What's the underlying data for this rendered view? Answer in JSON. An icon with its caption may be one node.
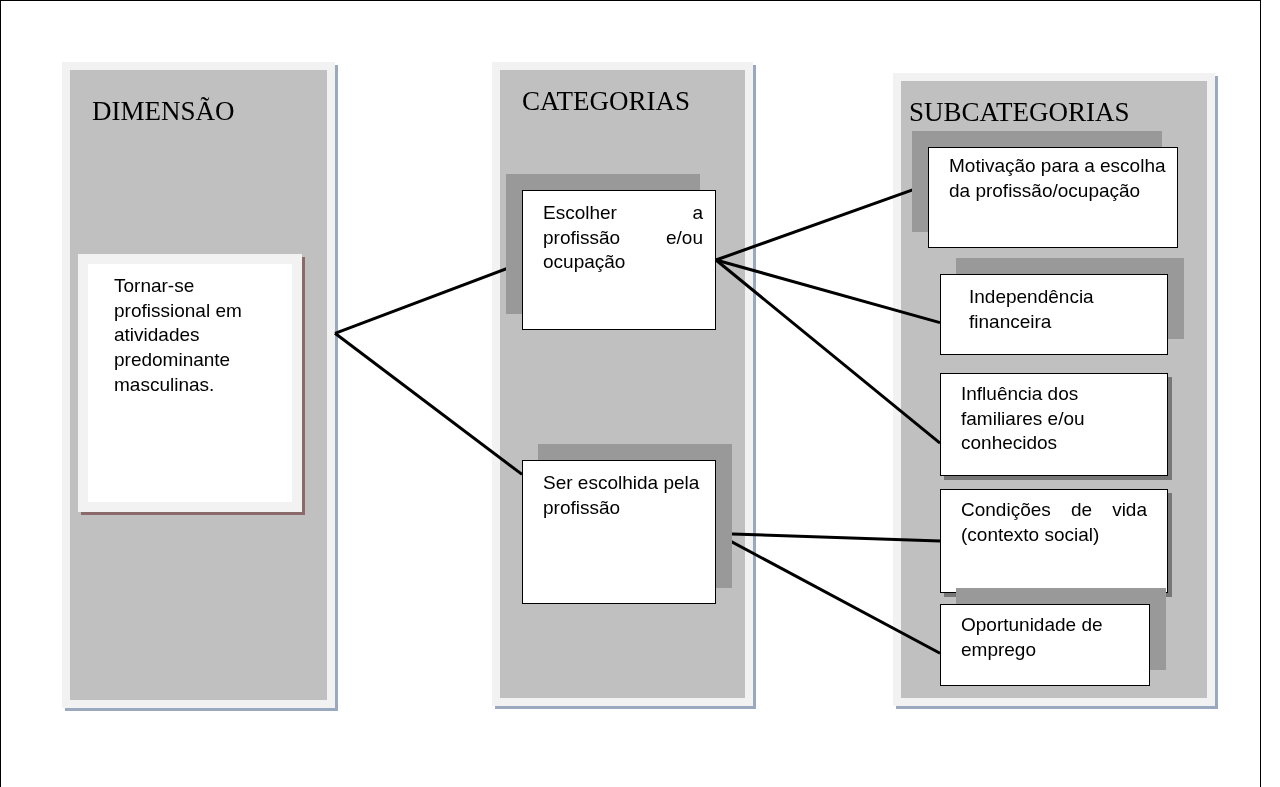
{
  "diagram": {
    "nodes": [
      {
        "text": [
          "DIMENSÃO"
        ]
      },
      {
        "text": [
          "Tornar-se profissional em atividades predominante masculinas."
        ],
        "in": 0
      },
      {
        "text": [
          "CATEGORIAS"
        ]
      },
      {
        "text": [
          "Escolher a profissão e/ou ocupação"
        ],
        "in": 2
      },
      {
        "text": [
          "Ser escolhida pela profissão"
        ],
        "in": 2
      },
      {
        "text": [
          "SUBCATEGORIAS"
        ]
      },
      {
        "text": [
          "Motivação para a escolha da profissão/ocupação"
        ],
        "in": 5
      },
      {
        "text": [
          "Independência financeira"
        ],
        "in": 5
      },
      {
        "text": [
          "Influência dos familiares e/ou conhecidos"
        ],
        "in": 5
      },
      {
        "text": [
          "Condições de vida (contexto social)"
        ],
        "in": 5
      },
      {
        "text": [
          "Oportunidade de emprego"
        ],
        "in": 5
      }
    ],
    "edges": [
      {
        "from": 0,
        "to": 3,
        "arrow": "none"
      },
      {
        "from": 0,
        "to": 4,
        "arrow": "none"
      },
      {
        "from": 3,
        "to": 6,
        "arrow": "none"
      },
      {
        "from": 3,
        "to": 7,
        "arrow": "none"
      },
      {
        "from": 3,
        "to": 8,
        "arrow": "none"
      },
      {
        "from": 4,
        "to": 9,
        "arrow": "none"
      },
      {
        "from": 4,
        "to": 10,
        "arrow": "none"
      }
    ]
  }
}
